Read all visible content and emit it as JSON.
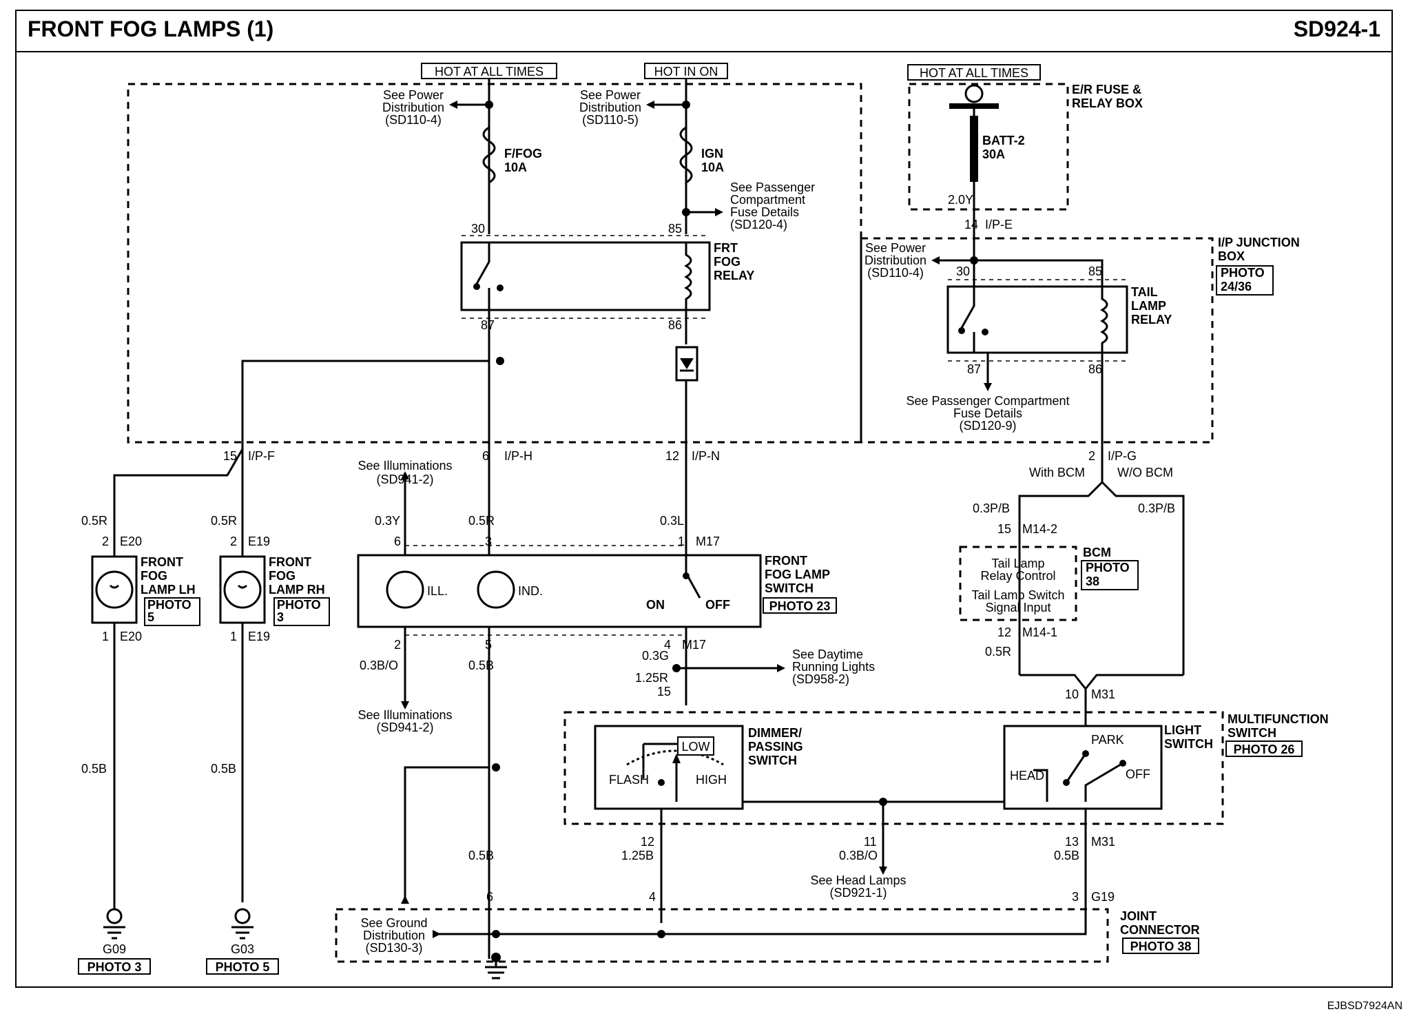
{
  "title": "FRONT FOG LAMPS (1)",
  "code": "SD924-1",
  "footer_code": "EJBSD7924AN",
  "power": {
    "hot_all_times_1": "HOT AT ALL TIMES",
    "hot_in_on": "HOT IN ON",
    "hot_all_times_2": "HOT AT ALL TIMES"
  },
  "refs": {
    "power_dist_1": [
      "See Power",
      "Distribution",
      "(SD110-4)"
    ],
    "power_dist_2": [
      "See Power",
      "Distribution",
      "(SD110-5)"
    ],
    "power_dist_3": [
      "See Power",
      "Distribution",
      "(SD110-4)"
    ],
    "pass_comp_1": [
      "See Passenger",
      "Compartment",
      "Fuse Details",
      "(SD120-4)"
    ],
    "pass_comp_2": [
      "See Passenger Compartment",
      "Fuse Details",
      "(SD120-9)"
    ],
    "illum_1": [
      "See Illuminations",
      "(SD941-2)"
    ],
    "illum_2": [
      "See Illuminations",
      "(SD941-2)"
    ],
    "daytime": [
      "See Daytime",
      "Running Lights",
      "(SD958-2)"
    ],
    "head_lamps": [
      "See Head Lamps",
      "(SD921-1)"
    ],
    "ground_dist": [
      "See Ground",
      "Distribution",
      "(SD130-3)"
    ]
  },
  "fuses": {
    "ffog": [
      "F/FOG",
      "10A"
    ],
    "ign": [
      "IGN",
      "10A"
    ],
    "batt2": [
      "BATT-2",
      "30A"
    ]
  },
  "components": {
    "er_box": [
      "E/R FUSE &",
      "RELAY BOX"
    ],
    "frt_fog_relay": [
      "FRT",
      "FOG",
      "RELAY"
    ],
    "tail_lamp_relay": [
      "TAIL",
      "LAMP",
      "RELAY"
    ],
    "ip_junction": [
      "I/P JUNCTION",
      "BOX"
    ],
    "ip_junction_photo": [
      "PHOTO",
      "24/36"
    ],
    "lamp_lh": [
      "FRONT",
      "FOG",
      "LAMP LH"
    ],
    "lamp_lh_photo": [
      "PHOTO",
      "5"
    ],
    "lamp_rh": [
      "FRONT",
      "FOG",
      "LAMP RH"
    ],
    "lamp_rh_photo": [
      "PHOTO",
      "3"
    ],
    "fog_switch": [
      "FRONT",
      "FOG LAMP",
      "SWITCH"
    ],
    "fog_switch_photo": "PHOTO 23",
    "ill": "ILL.",
    "ind": "IND.",
    "on": "ON",
    "off": "OFF",
    "bcm": "BCM",
    "bcm_photo": [
      "PHOTO",
      "38"
    ],
    "bcm_text1": [
      "Tail Lamp",
      "Relay Control"
    ],
    "bcm_text2": [
      "Tail Lamp Switch",
      "Signal Input"
    ],
    "multifunction": [
      "MULTIFUNCTION",
      "SWITCH"
    ],
    "multifunction_photo": "PHOTO 26",
    "dimmer": [
      "DIMMER/",
      "PASSING",
      "SWITCH"
    ],
    "low": "LOW",
    "flash": "FLASH",
    "high": "HIGH",
    "light_switch": [
      "LIGHT",
      "SWITCH"
    ],
    "park": "PARK",
    "head": "HEAD",
    "off2": "OFF",
    "joint": [
      "JOINT",
      "CONNECTOR"
    ],
    "joint_photo": "PHOTO 38",
    "with_bcm": "With BCM",
    "wo_bcm": "W/O BCM",
    "g09": "G09",
    "g09_photo": "PHOTO 3",
    "g03": "G03",
    "g03_photo": "PHOTO 5"
  },
  "connectors": {
    "ip_e": "I/P-E",
    "ip_f": "I/P-F",
    "ip_h": "I/P-H",
    "ip_n": "I/P-N",
    "ip_g": "I/P-G",
    "e20": "E20",
    "e19": "E19",
    "m17": "M17",
    "m14_2": "M14-2",
    "m14_1": "M14-1",
    "m31": "M31",
    "g19": "G19"
  },
  "pins": {
    "p14": "14",
    "p30a": "30",
    "p85a": "85",
    "p87a": "87",
    "p86a": "86",
    "p30b": "30",
    "p85b": "85",
    "p87b": "87",
    "p86b": "86",
    "p15": "15",
    "p6": "6",
    "p12": "12",
    "p2": "2",
    "p2a": "2",
    "p2b": "2",
    "p1a": "1",
    "p1b": "1",
    "s6": "6",
    "s3": "3",
    "s1": "1",
    "s2": "2",
    "s5": "5",
    "s4": "4",
    "b15": "15",
    "b12": "12",
    "m15": "15",
    "m10": "10",
    "m12": "12",
    "m11": "11",
    "m13": "13",
    "j6": "6",
    "j4": "4",
    "j3": "3"
  },
  "wires": {
    "w20Y": "2.0Y",
    "w05R_1": "0.5R",
    "w05R_2": "0.5R",
    "w03Y": "0.3Y",
    "w05R_3": "0.5R",
    "w03L": "0.3L",
    "w03PB_1": "0.3P/B",
    "w03PB_2": "0.3P/B",
    "w05R_4": "0.5R",
    "w03BO_1": "0.3B/O",
    "w05B_1": "0.5B",
    "w03G": "0.3G",
    "w125R": "1.25R",
    "w05B_lh": "0.5B",
    "w05B_rh": "0.5B",
    "w05B_2": "0.5B",
    "w125B": "1.25B",
    "w03BO_2": "0.3B/O",
    "w05B_3": "0.5B"
  }
}
